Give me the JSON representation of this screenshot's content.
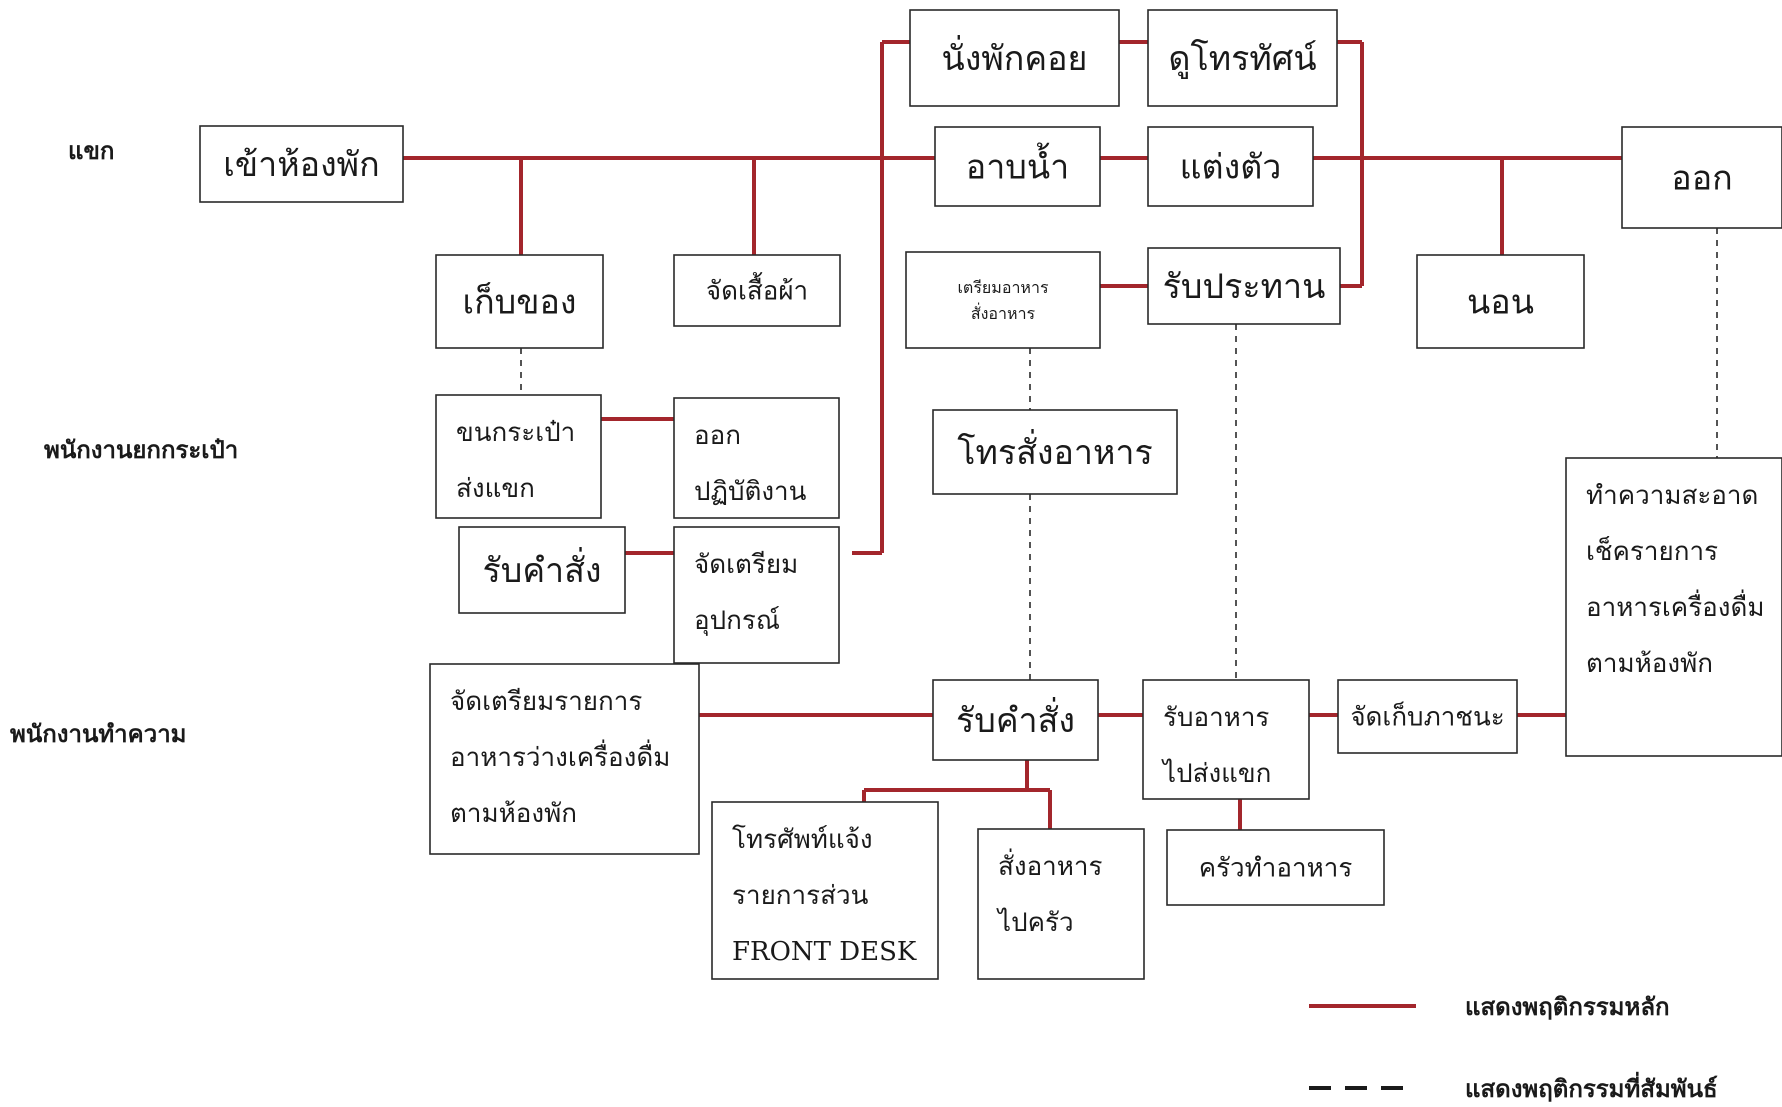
{
  "rows": {
    "guest": "แขก",
    "bellboy": "พนักงานยกกระเป๋า",
    "housekeeper": "พนักงานทำความ"
  },
  "nodes": {
    "check_in": [
      "เข้าห้องพัก"
    ],
    "relax": [
      "นั่งพักคอย"
    ],
    "watch_tv": [
      "ดูโทรทัศน์"
    ],
    "bathe": [
      "อาบน้ำ"
    ],
    "dress": [
      "แต่งตัว"
    ],
    "check_out": [
      "ออก"
    ],
    "store_items": [
      "เก็บของ"
    ],
    "arrange_clothes": [
      "จัดเสื้อผ้า"
    ],
    "prepare_order_food": [
      "เตรียมอาหาร",
      "สั่งอาหาร"
    ],
    "eat": [
      "รับประทาน"
    ],
    "sleep": [
      "นอน"
    ],
    "carry_luggage": [
      "ขนกระเป๋า",
      "ส่งแขก"
    ],
    "leave_duty": [
      "ออก",
      "ปฏิบัติงาน"
    ],
    "phone_order": [
      "โทรสั่งอาหาร"
    ],
    "receive_orders_bellboy": [
      "รับคำสั่ง"
    ],
    "prepare_equipment": [
      "จัดเตรียม",
      "อุปกรณ์"
    ],
    "prepare_snack_list": [
      "จัดเตรียมรายการ",
      "อาหารว่างเครื่องดื่ม",
      "ตามห้องพัก"
    ],
    "receive_orders_hk": [
      "รับคำสั่ง"
    ],
    "deliver_food": [
      "รับอาหาร",
      "ไปส่งแขก"
    ],
    "store_dishes": [
      "จัดเก็บภาชนะ"
    ],
    "clean_room": [
      "ทำความสะอาด",
      "เช็ครายการ",
      "อาหารเครื่องดื่ม",
      "ตามห้องพัก"
    ],
    "phone_front_desk": [
      "โทรศัพท์แจ้ง",
      "รายการส่วน",
      "FRONT DESK"
    ],
    "order_kitchen": [
      "สั่งอาหาร",
      "ไปครัว"
    ],
    "kitchen_cooks": [
      "ครัวทำอาหาร"
    ]
  },
  "legend": {
    "main": "แสดงพฤติกรรมหลัก",
    "related": "แสดงพฤติกรรมที่สัมพันธ์"
  },
  "colors": {
    "main_line": "#a3262c",
    "box_border": "#2a2a2a"
  }
}
